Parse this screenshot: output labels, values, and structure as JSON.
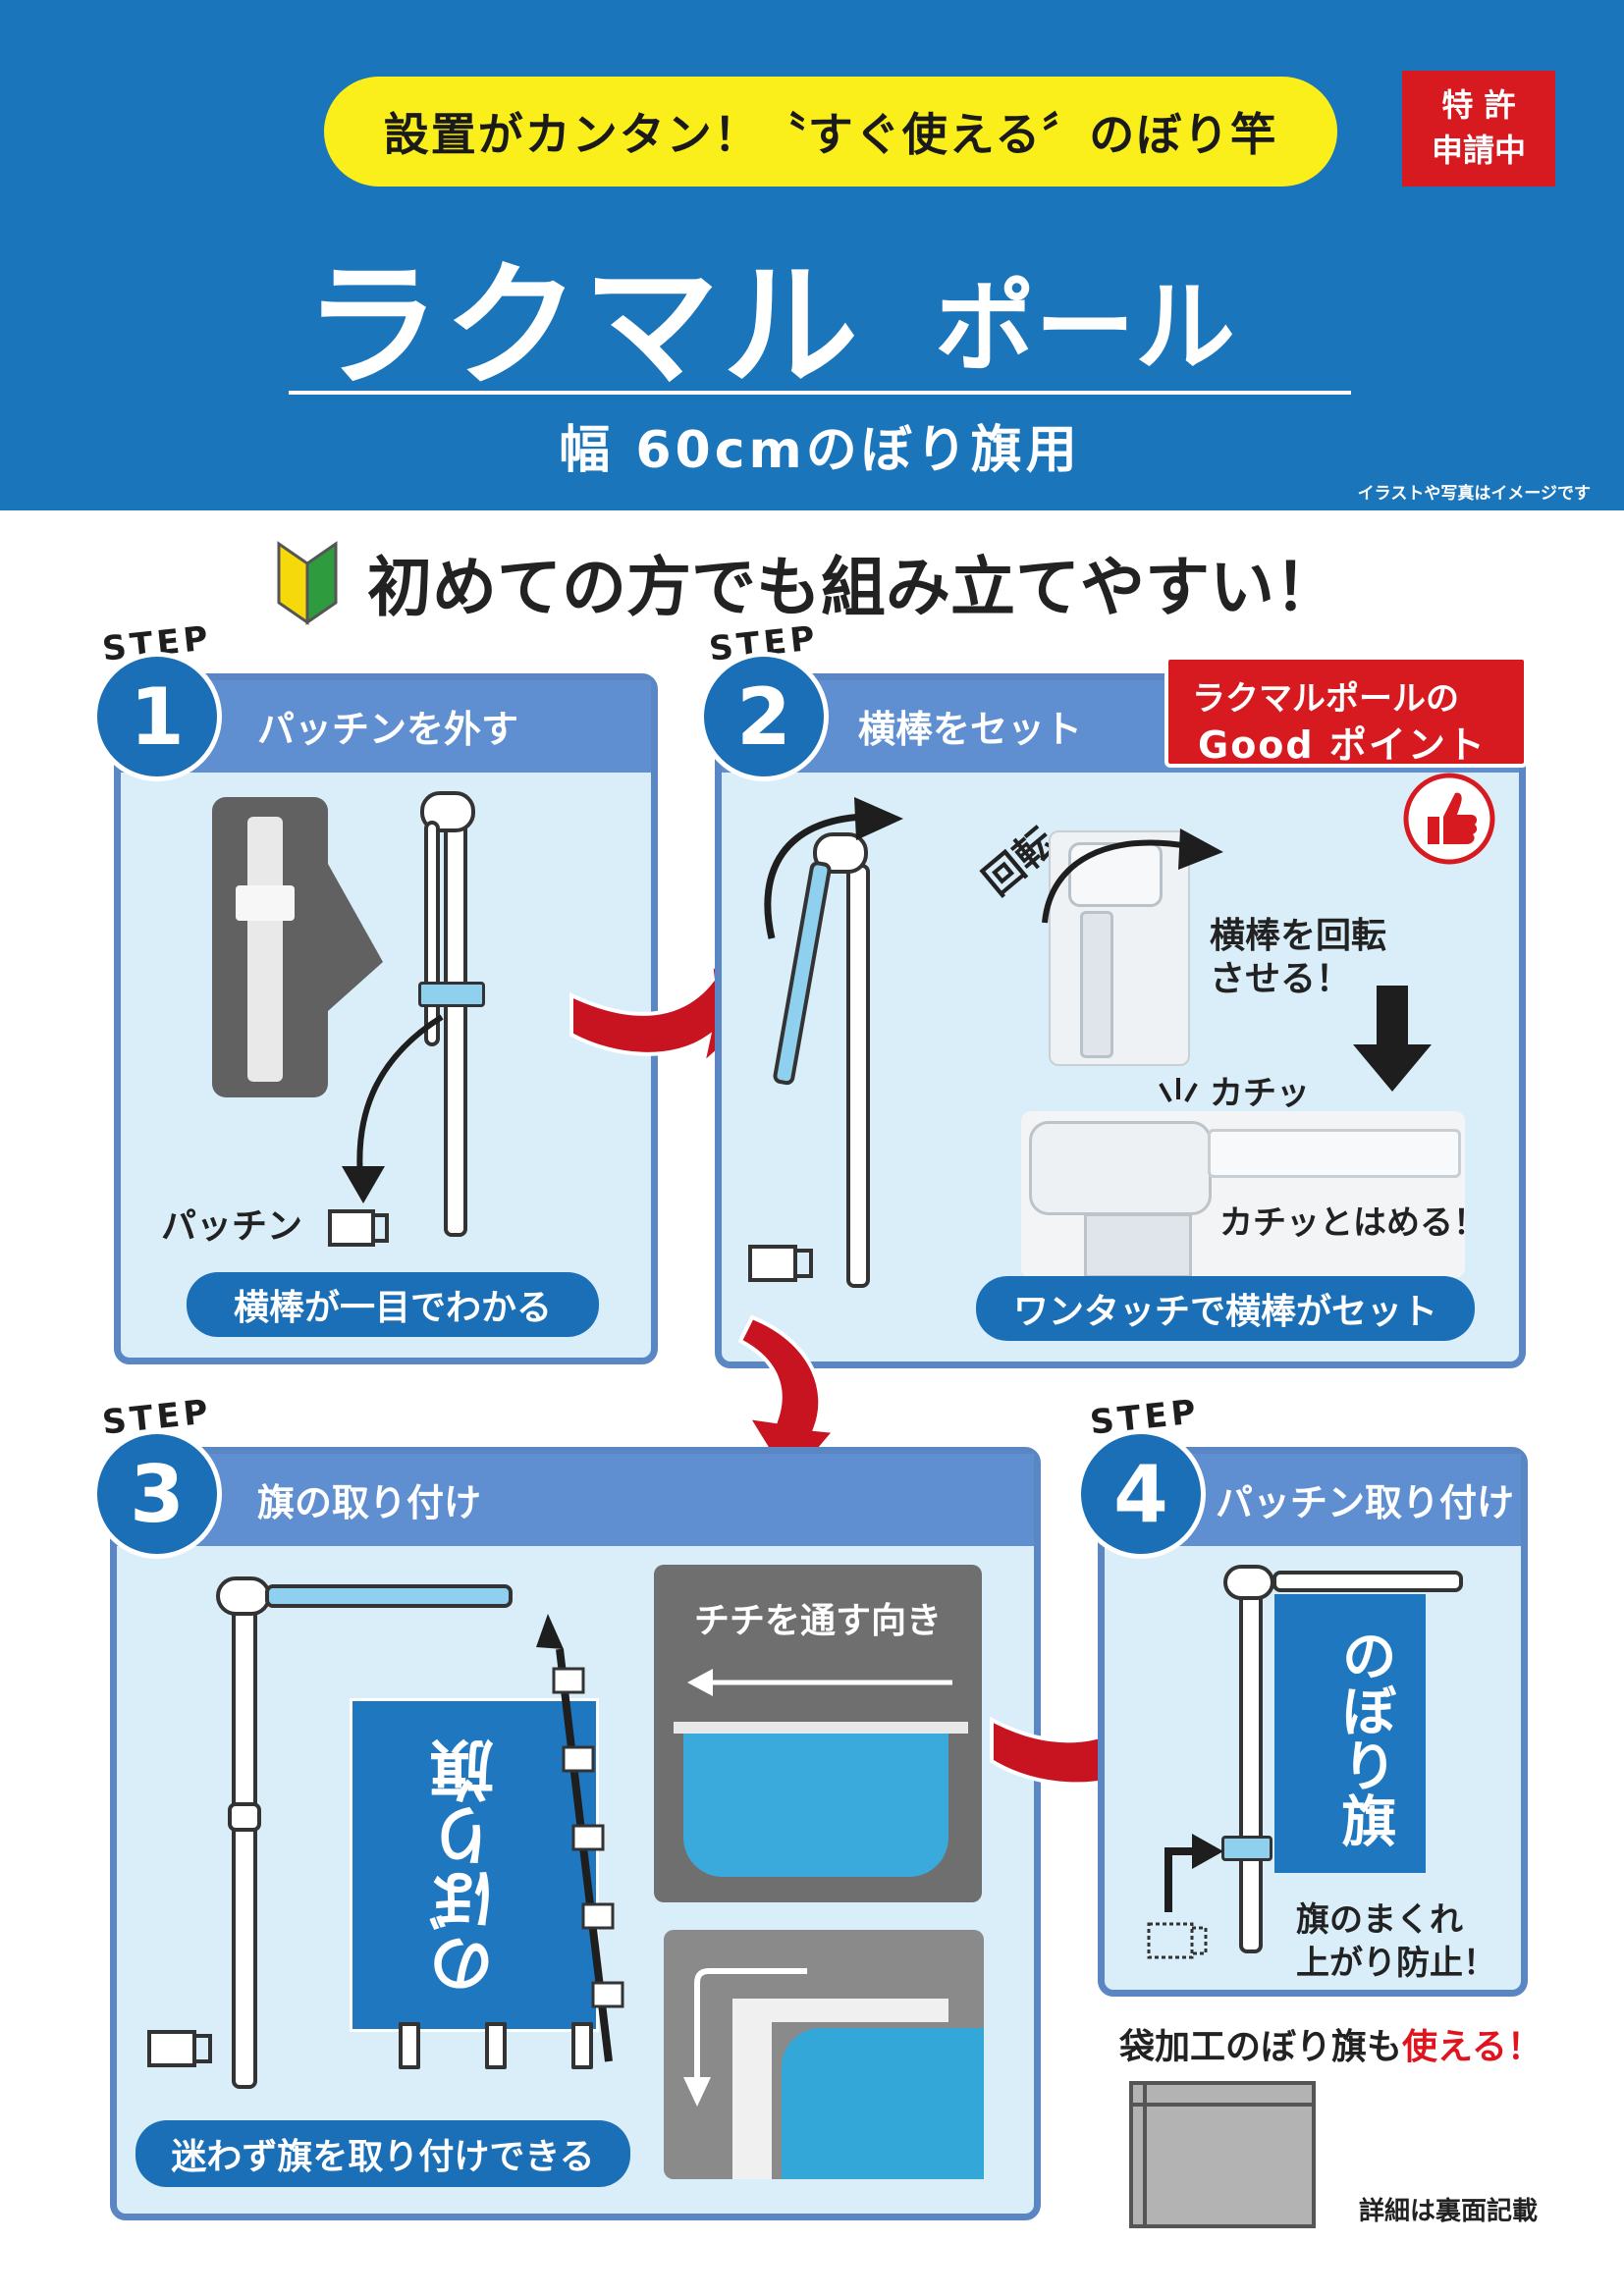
{
  "header": {
    "tagline": "設置がカンタン！〝すぐ使える〞のぼり竿",
    "patent_line1": "特 許",
    "patent_line2": "申請中",
    "title_main": "ラクマル",
    "title_sub": "ポール",
    "subtitle": "幅 60cmのぼり旗用",
    "disclaimer": "イラストや写真はイメージです"
  },
  "headline": "初めての方でも組み立てやすい！",
  "step_word": "STEP",
  "steps": [
    {
      "number": "1",
      "title": "パッチンを外す",
      "clip_label": "パッチン",
      "caption": "横棒が一目でわかる"
    },
    {
      "number": "2",
      "title": "横棒をセット",
      "badge_line1": "ラクマルポールの",
      "badge_line2": "Good ポイント",
      "rotate_label": "回転",
      "note_rotate_1": "横棒を回転",
      "note_rotate_2": "させる！",
      "click_sound": "カチッ",
      "note_click": "カチッとはめる！",
      "caption": "ワンタッチで横棒がセット"
    },
    {
      "number": "3",
      "title": "旗の取り付け",
      "flag_text": "のぼり旗",
      "photo_label": "チチを通す向き",
      "caption": "迷わず旗を取り付けできる"
    },
    {
      "number": "4",
      "title": "パッチン取り付け",
      "flag_text": "のぼり旗",
      "note_1": "旗のまくれ",
      "note_2": "上がり防止！"
    }
  ],
  "bag": {
    "text_black": "袋加工のぼり旗も",
    "text_red": "使える！",
    "note": "詳細は裏面記載"
  },
  "colors": {
    "header_blue": "#1b75bb",
    "panel_bg": "#d9eef9",
    "panel_border": "#5b86c4",
    "yellow": "#fbef1b",
    "red": "#d71920"
  }
}
